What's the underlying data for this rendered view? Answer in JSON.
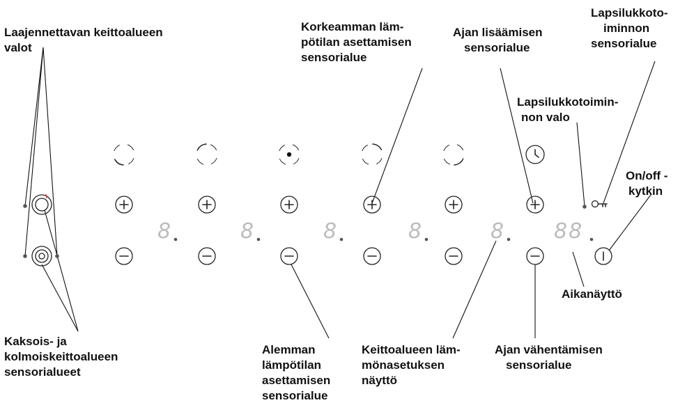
{
  "labels": {
    "expand_lights": [
      "Laajennettavan keittoalueen",
      "valot"
    ],
    "upper_temp": [
      "Korkeamman läm-",
      "pötilan asettamisen",
      "sensorialue"
    ],
    "time_add": [
      "Ajan lisäämisen",
      "sensorialue"
    ],
    "childlock_sensor": [
      "Lapsilukkoto-",
      "iminnon",
      "sensorialue"
    ],
    "childlock_light": [
      "Lapsilukkotoimin-",
      "non valo"
    ],
    "onoff": [
      "On/off -",
      "kytkin"
    ],
    "timer_display": [
      "Aikanäyttö"
    ],
    "dual_triple": [
      "Kaksois- ja",
      "kolmoiskeittoalueen",
      "sensorialueet"
    ],
    "lower_temp": [
      "Alemman",
      "lämpötilan",
      "asettamisen",
      "sensorialue"
    ],
    "heat_display": [
      "Keittoalueen läm-",
      "mönasetuksen",
      "näyttö"
    ],
    "time_sub": [
      "Ajan vähentämisen",
      "sensorialue"
    ]
  },
  "displays": {
    "zone_digits": [
      "8",
      "8",
      "8",
      "8",
      "8"
    ],
    "timer_digits": "88"
  },
  "colors": {
    "text": "#111111",
    "segment_digit": "#bdbdbd",
    "indicator_dot": "#555555",
    "accent_red": "#e53935"
  },
  "icons": {
    "zone_selectors": [
      "arc-bottom-left-icon",
      "arc-top-left-icon",
      "center-dot-icon",
      "arc-top-right-icon",
      "arc-bottom-right-icon",
      "clock-icon"
    ],
    "plus": "plus-icon",
    "minus": "minus-icon",
    "key": "key-icon",
    "power": "power-icon",
    "dual_zone": "dual-zone-icon",
    "triple_zone": "triple-zone-icon"
  }
}
